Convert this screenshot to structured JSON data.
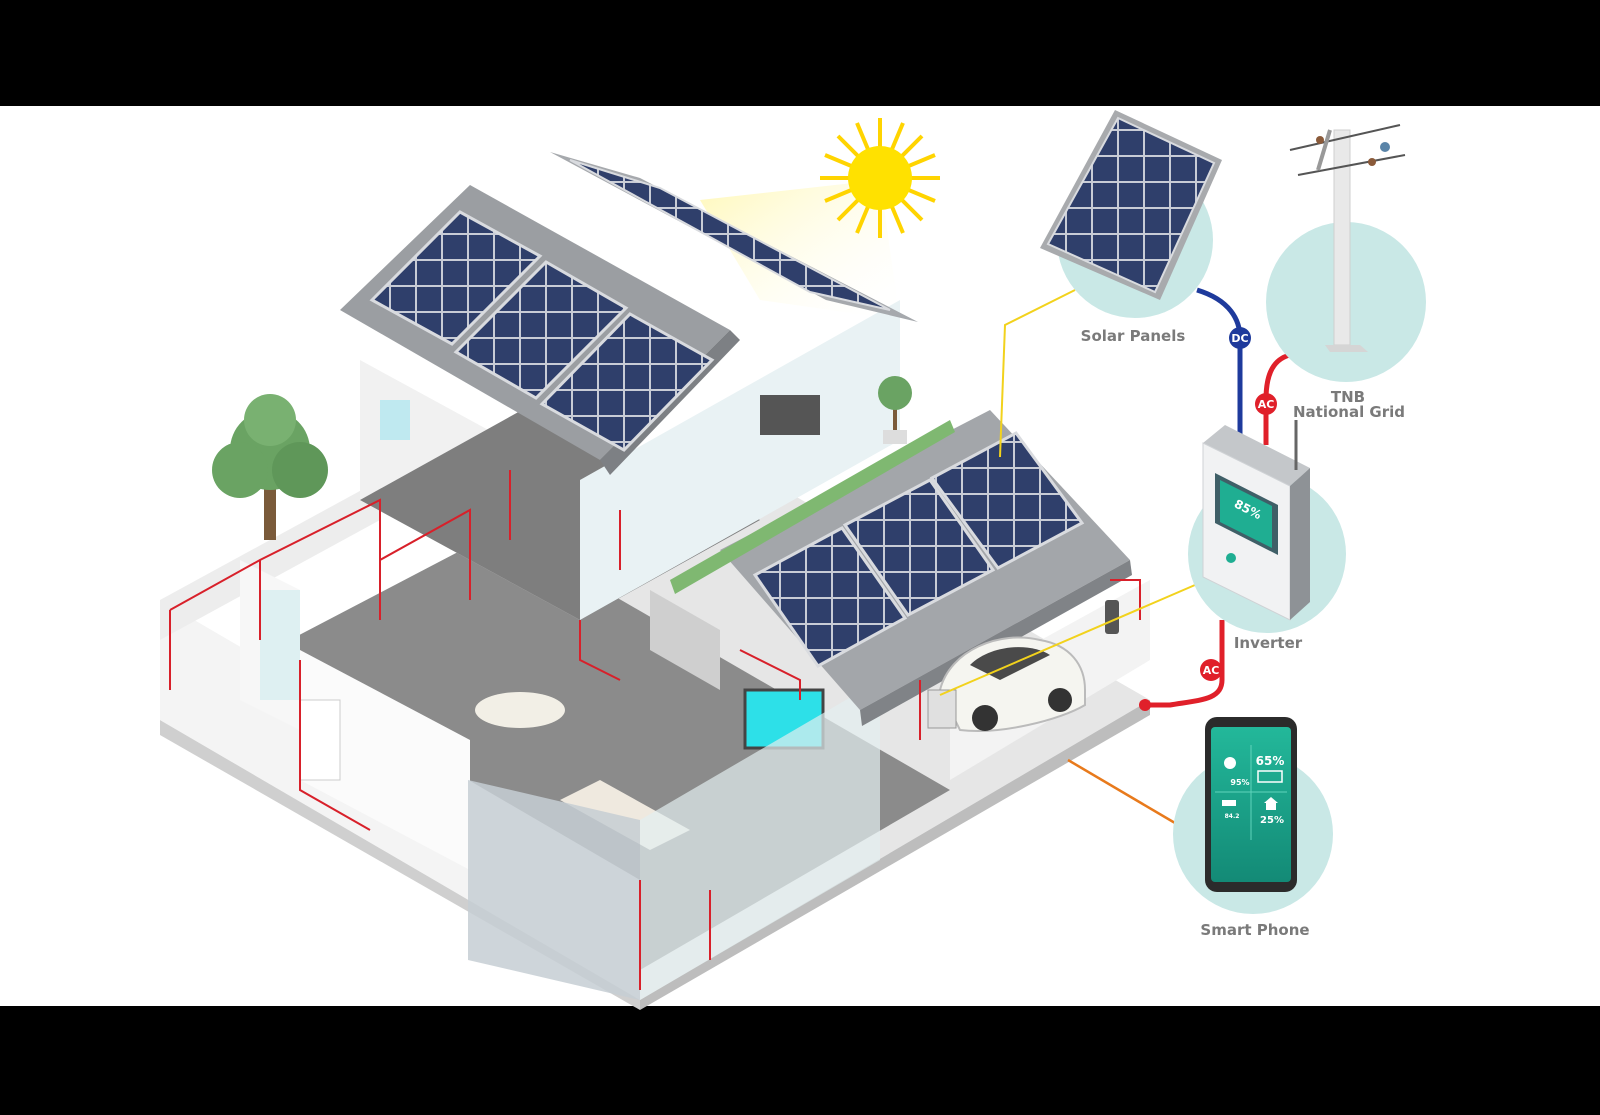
{
  "labels": {
    "solar_panels": "Solar Panels",
    "grid_line1": "TNB",
    "grid_line2": "National Grid",
    "inverter": "Inverter",
    "smart_phone": "Smart Phone"
  },
  "badges": {
    "dc": "DC",
    "ac_grid": "AC",
    "ac_house": "AC"
  },
  "inverter_display": "85%",
  "phone_screen": {
    "solar_percent": "95%",
    "battery_percent": "65%",
    "car_value": "84.2",
    "home_percent": "25%"
  },
  "colors": {
    "background": "#ffffff",
    "letterbox": "#000000",
    "circle": "#c9e8e6",
    "panel": "#2f3f6b",
    "panel_frame": "#a8aaad",
    "sun": "#ffe100",
    "dc_line": "#1e3a9c",
    "ac_line": "#e0202a",
    "solar_link": "#f2d21c",
    "phone_link": "#e87a1c",
    "phone_screen": "#1fae92"
  },
  "icons": [
    "sun-icon",
    "solar-panel-icon",
    "utility-pole-icon",
    "inverter-icon",
    "smartphone-icon",
    "electric-car-icon",
    "tree-icon"
  ]
}
